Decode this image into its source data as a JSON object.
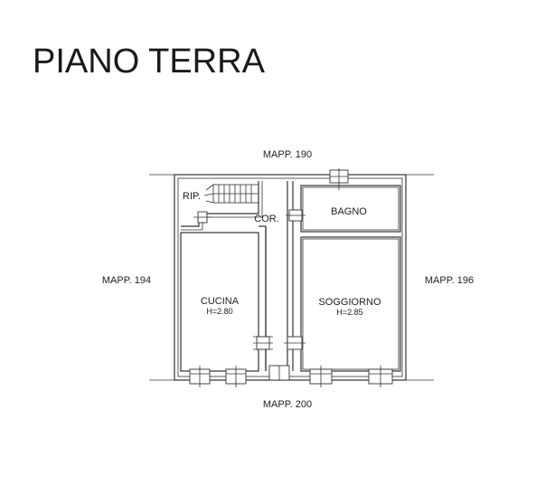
{
  "title": "PIANO TERRA",
  "neighbors": {
    "top": "MAPP. 190",
    "left": "MAPP. 194",
    "right": "MAPP. 196",
    "bottom": "MAPP. 200"
  },
  "rooms": {
    "rip": {
      "name": "RIP."
    },
    "corridor": {
      "name": "COR."
    },
    "bathroom": {
      "name": "BAGNO"
    },
    "kitchen": {
      "name": "CUCINA",
      "height": "H=2.80"
    },
    "living": {
      "name": "SOGGIORNO",
      "height": "H=2.85"
    }
  }
}
